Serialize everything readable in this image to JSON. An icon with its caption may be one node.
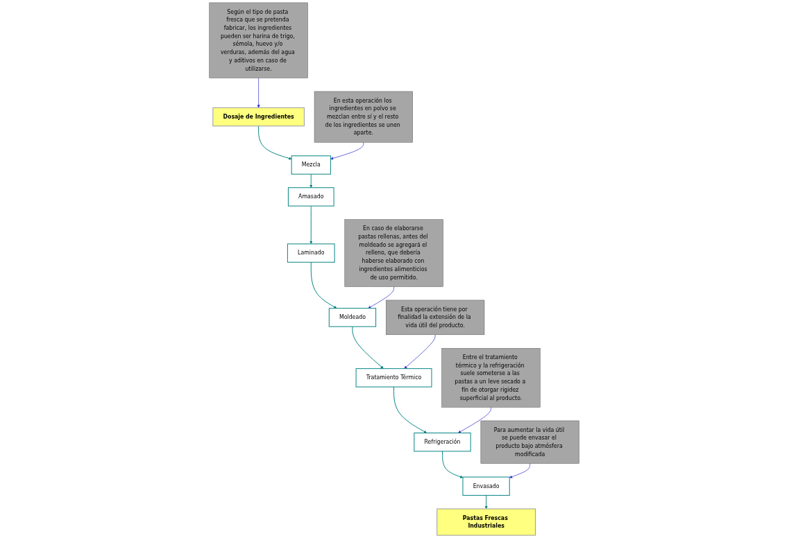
{
  "diagram": {
    "nodes": [
      {
        "text": [
          "Dosaje de Ingredientes"
        ]
      },
      {
        "text": [
          "Mezcla"
        ]
      },
      {
        "text": [
          "Amasado"
        ]
      },
      {
        "text": [
          "Laminado"
        ]
      },
      {
        "text": [
          "Moldeado"
        ]
      },
      {
        "text": [
          "Tratamiento Térmico"
        ]
      },
      {
        "text": [
          "Refrigeración"
        ]
      },
      {
        "text": [
          "Envasado"
        ]
      },
      {
        "text": [
          "Pastas Frescas Industriales"
        ]
      },
      {
        "text": [
          "En esta operación los ingredientes en polvo se mezclan entre sí y el resto de los ingredientes se unen aparte."
        ]
      },
      {
        "text": [
          "Según el tipo de pasta fresca que se pretenda fabricar, los ingredientes pueden ser harina de trigo, sémola, huevo y/o verduras, además del agua y aditivos en caso de utilizarse."
        ]
      },
      {
        "text": [
          "En caso de elaborarse pastas rellenas, antes del moldeado se agregará el relleno, que debería haberse elaborado con ingredientes alimenticios de uso permitido."
        ]
      },
      {
        "text": [
          "Esta operación tiene por finalidad la extensión de la vida útil del producto."
        ]
      },
      {
        "text": [
          "Entre el tratamiento térmico y la refrigeración suele someterse a las pastas a un leve secado a fín de otorgar rigidez superficial al producto."
        ]
      },
      {
        "text": [
          "Para aumentar la vida útil se puede envasar el producto bajo atmósfera modificada"
        ]
      }
    ],
    "edges": [
      {
        "from": 0,
        "to": 1,
        "arrow": "to"
      },
      {
        "from": 1,
        "to": 2,
        "arrow": "to"
      },
      {
        "from": 2,
        "to": 3,
        "arrow": "to"
      },
      {
        "from": 3,
        "to": 4,
        "arrow": "to"
      },
      {
        "from": 4,
        "to": 5,
        "arrow": "to"
      },
      {
        "from": 5,
        "to": 6,
        "arrow": "to"
      },
      {
        "from": 6,
        "to": 7,
        "arrow": "to"
      },
      {
        "from": 7,
        "to": 8,
        "arrow": "to"
      },
      {
        "from": 9,
        "to": 1,
        "arrow": "to",
        "color": "#3333cc"
      },
      {
        "from": 10,
        "to": 0,
        "arrow": "to",
        "color": "#3333cc"
      },
      {
        "from": 11,
        "to": 4,
        "arrow": "to",
        "color": "#3333cc"
      },
      {
        "from": 12,
        "to": 5,
        "arrow": "to",
        "color": "#3333cc"
      },
      {
        "from": 13,
        "to": 6,
        "arrow": "to",
        "color": "#3333cc"
      },
      {
        "from": 14,
        "to": 7,
        "arrow": "to",
        "color": "#3333cc"
      }
    ]
  }
}
